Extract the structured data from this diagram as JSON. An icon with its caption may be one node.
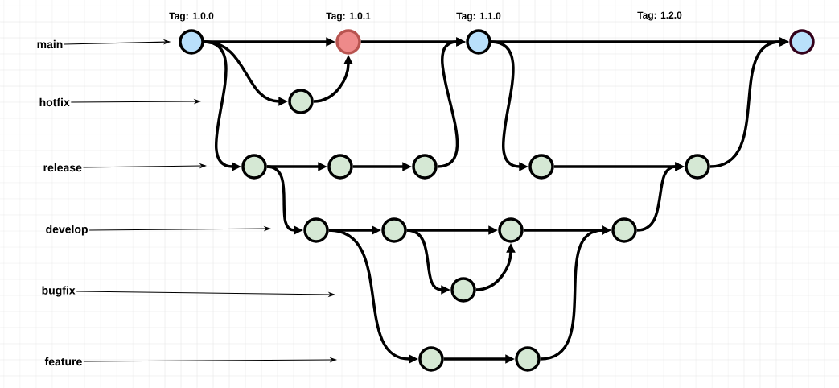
{
  "diagram": {
    "nodes": [
      {
        "text": [
          "main"
        ]
      },
      {
        "text": [
          "hotfix"
        ]
      },
      {
        "text": [
          "release"
        ]
      },
      {
        "text": [
          "develop"
        ]
      },
      {
        "text": [
          "bugfix"
        ]
      },
      {
        "text": [
          "feature"
        ]
      },
      {
        "text": [],
        "shape": "circle",
        "beside": [
          "Tag: 1.0.0"
        ]
      },
      {
        "text": [],
        "shape": "circle",
        "beside": [
          "Tag: 1.0.1"
        ]
      },
      {
        "text": [],
        "shape": "circle",
        "beside": [
          "Tag: 1.1.0"
        ]
      },
      {
        "text": [],
        "shape": "circle"
      },
      {
        "text": [],
        "shape": "circle"
      },
      {
        "text": [],
        "shape": "circle"
      },
      {
        "text": [],
        "shape": "circle"
      },
      {
        "text": [],
        "shape": "circle"
      },
      {
        "text": [],
        "shape": "circle"
      },
      {
        "text": [],
        "shape": "circle"
      },
      {
        "text": [],
        "shape": "circle"
      },
      {
        "text": [],
        "shape": "circle"
      },
      {
        "text": [],
        "shape": "circle"
      },
      {
        "text": [],
        "shape": "circle"
      },
      {
        "text": [],
        "shape": "circle"
      },
      {
        "text": [],
        "shape": "circle"
      },
      {
        "text": [],
        "shape": "circle"
      }
    ],
    "edges": [
      {
        "from": 6,
        "to": 7,
        "arrow": "to"
      },
      {
        "from": 6,
        "to": 10,
        "arrow": "to"
      },
      {
        "from": 10,
        "to": 7,
        "arrow": "to"
      },
      {
        "from": 7,
        "to": 8,
        "arrow": "to"
      },
      {
        "from": 6,
        "to": 11,
        "arrow": "to"
      },
      {
        "from": 11,
        "to": 12,
        "arrow": "to"
      },
      {
        "from": 12,
        "to": 13,
        "arrow": "to"
      },
      {
        "from": 13,
        "to": 8,
        "arrow": "to"
      },
      {
        "from": 8,
        "to": 9,
        "arrow": "to"
      },
      {
        "from": 8,
        "to": 14,
        "arrow": "to"
      },
      {
        "from": 14,
        "to": 15,
        "arrow": "to"
      },
      {
        "from": 15,
        "to": 9,
        "arrow": "to"
      },
      {
        "from": 11,
        "to": 16,
        "arrow": "to"
      },
      {
        "from": 16,
        "to": 17,
        "arrow": "to"
      },
      {
        "from": 17,
        "to": 18,
        "arrow": "to"
      },
      {
        "from": 17,
        "to": 20,
        "arrow": "to"
      },
      {
        "from": 20,
        "to": 18,
        "arrow": "to"
      },
      {
        "from": 18,
        "to": 19,
        "arrow": "to"
      },
      {
        "from": 16,
        "to": 21,
        "arrow": "to"
      },
      {
        "from": 21,
        "to": 22,
        "arrow": "to"
      },
      {
        "from": 22,
        "to": 19,
        "arrow": "to"
      },
      {
        "from": 19,
        "to": 15,
        "arrow": "to"
      },
      {
        "from": 0,
        "to": 6,
        "arrow": "to"
      },
      {
        "from": 1,
        "to": null,
        "arrow": "to"
      },
      {
        "from": 2,
        "to": null,
        "arrow": "to"
      },
      {
        "from": 3,
        "to": null,
        "arrow": "to"
      },
      {
        "from": 4,
        "to": null,
        "arrow": "to"
      },
      {
        "from": 5,
        "to": null,
        "arrow": "to"
      }
    ],
    "labels": [
      "Tag: 1.2.0"
    ]
  }
}
